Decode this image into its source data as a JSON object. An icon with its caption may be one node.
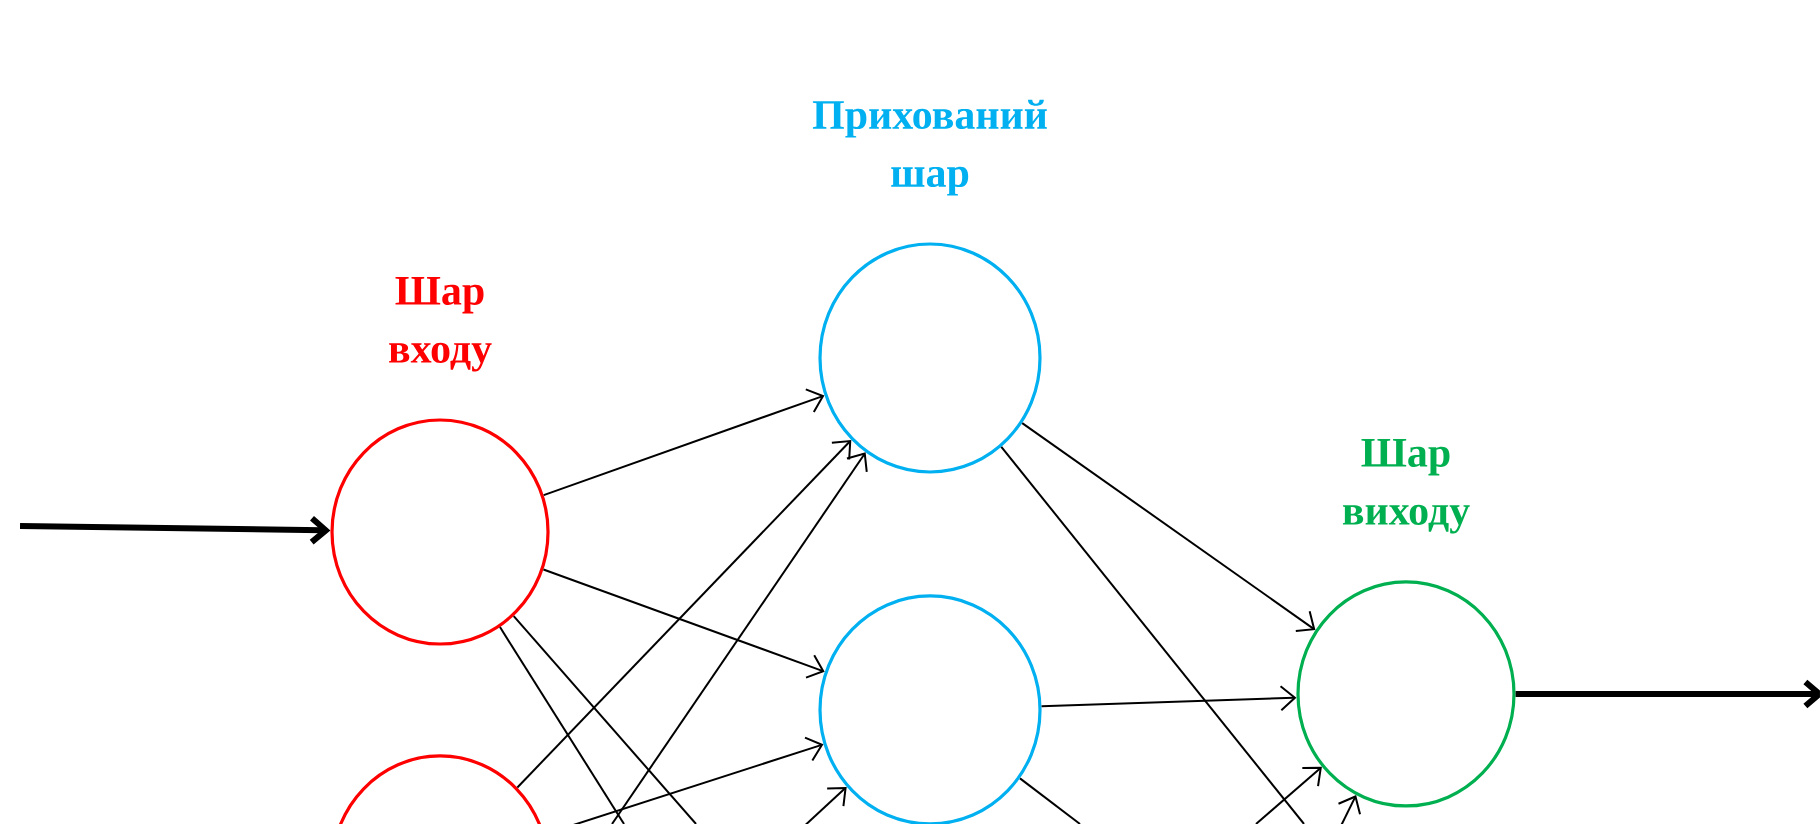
{
  "diagram": {
    "nodes": [
      {
        "text": [
          "Шар входу"
        ]
      },
      {
        "text": [],
        "shape": "circle"
      },
      {
        "text": [
          "Прихований шар"
        ]
      },
      {
        "text": [],
        "shape": "circle"
      },
      {
        "text": [
          "Шар виходу"
        ]
      }
    ],
    "edges": [
      {
        "from": null,
        "to": 0,
        "arrow": "to",
        "style": "thick"
      },
      {
        "from": 0,
        "to": 2,
        "arrow": "to"
      },
      {
        "from": 0,
        "to": 3,
        "arrow": "to"
      },
      {
        "from": 0,
        "to": null,
        "arrow": "none"
      },
      {
        "from": 0,
        "to": null,
        "arrow": "none"
      },
      {
        "from": 1,
        "to": 2,
        "arrow": "to"
      },
      {
        "from": null,
        "to": 2,
        "arrow": "to"
      },
      {
        "from": 1,
        "to": 3,
        "arrow": "to"
      },
      {
        "from": null,
        "to": 3,
        "arrow": "to"
      },
      {
        "from": 2,
        "to": 4,
        "arrow": "to"
      },
      {
        "from": 2,
        "to": null,
        "arrow": "none"
      },
      {
        "from": 3,
        "to": 4,
        "arrow": "to"
      },
      {
        "from": 3,
        "to": null,
        "arrow": "none"
      },
      {
        "from": null,
        "to": 4,
        "arrow": "to"
      },
      {
        "from": null,
        "to": 4,
        "arrow": "to"
      },
      {
        "from": 4,
        "to": null,
        "arrow": "to",
        "style": "thick"
      }
    ]
  }
}
